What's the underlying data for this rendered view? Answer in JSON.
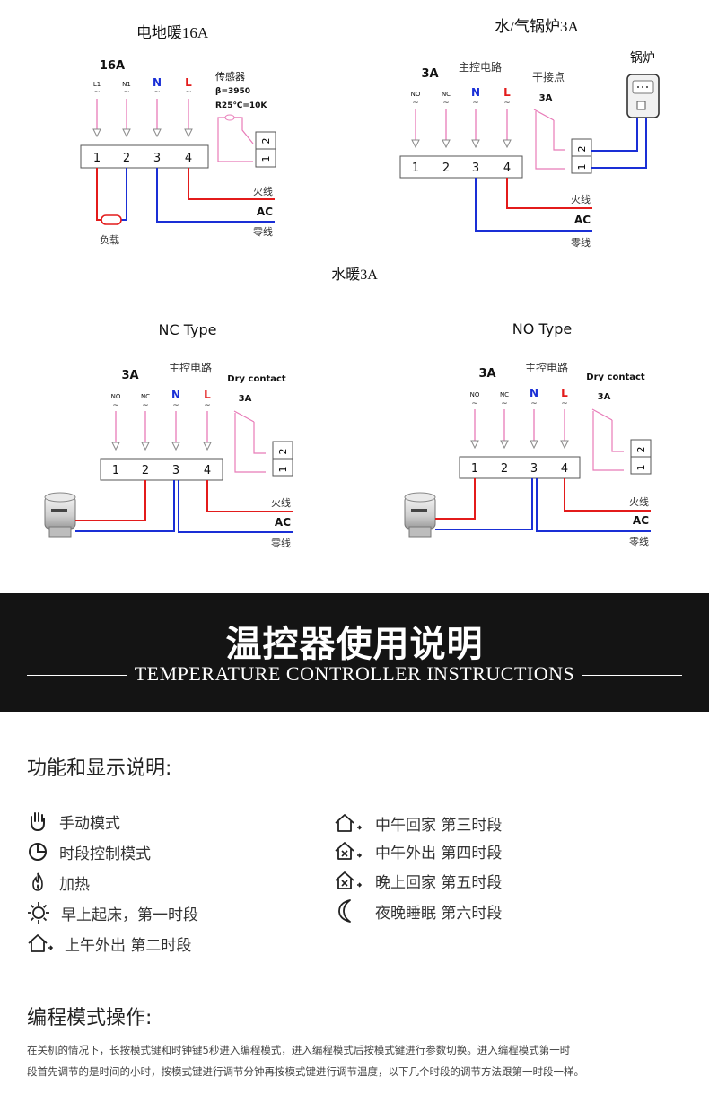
{
  "diagram1": {
    "title": "电地暖16A",
    "rating": "16A",
    "terminals": [
      "L1",
      "N1",
      "N",
      "L"
    ],
    "terminal_numbers": [
      "1",
      "2",
      "3",
      "4"
    ],
    "sensor_lines": [
      "传感器",
      "β=3950",
      "R25℃=10K"
    ],
    "sensor_numbers": [
      "2",
      "1"
    ],
    "live": "火线",
    "ac": "AC",
    "neutral": "零线",
    "load": "负载"
  },
  "diagram2": {
    "title": "水/气锅炉3A",
    "rating": "3A",
    "main_circuit": "主控电路",
    "dry_contact": "干接点",
    "dry_rating": "3A",
    "boiler": "锅炉",
    "terminals": [
      "NO",
      "NC",
      "N",
      "L"
    ],
    "terminal_numbers": [
      "1",
      "2",
      "3",
      "4"
    ],
    "contact_numbers": [
      "2",
      "1"
    ],
    "live": "火线",
    "ac": "AC",
    "neutral": "零线"
  },
  "section_title": "水暖3A",
  "diagram3": {
    "type_label": "NC Type",
    "rating": "3A",
    "main_circuit": "主控电路",
    "dry_contact": "Dry contact",
    "dry_rating": "3A",
    "terminals": [
      "NO",
      "NC",
      "N",
      "L"
    ],
    "terminal_numbers": [
      "1",
      "2",
      "3",
      "4"
    ],
    "contact_numbers": [
      "2",
      "1"
    ],
    "live": "火线",
    "ac": "AC",
    "neutral": "零线"
  },
  "diagram4": {
    "type_label": "NO Type",
    "rating": "3A",
    "main_circuit": "主控电路",
    "dry_contact": "Dry contact",
    "dry_rating": "3A",
    "terminals": [
      "NO",
      "NC",
      "N",
      "L"
    ],
    "terminal_numbers": [
      "1",
      "2",
      "3",
      "4"
    ],
    "contact_numbers": [
      "2",
      "1"
    ],
    "live": "火线",
    "ac": "AC",
    "neutral": "零线"
  },
  "banner": {
    "title": "温控器使用说明",
    "subtitle": "TEMPERATURE CONTROLLER INSTRUCTIONS"
  },
  "functions": {
    "heading": "功能和显示说明:",
    "left": [
      {
        "icon": "hand-icon",
        "label": "手动模式"
      },
      {
        "icon": "clock-icon",
        "label": "时段控制模式"
      },
      {
        "icon": "flame-icon",
        "label": "加热"
      },
      {
        "icon": "sun-icon",
        "label": "早上起床，第一时段"
      },
      {
        "icon": "house-out-icon",
        "label": "上午外出 第二时段"
      }
    ],
    "right": [
      {
        "icon": "house-return-icon",
        "label": "中午回家 第三时段"
      },
      {
        "icon": "house-x-icon",
        "label": "中午外出 第四时段"
      },
      {
        "icon": "house-x-icon",
        "label": "晚上回家 第五时段"
      },
      {
        "icon": "moon-icon",
        "label": "夜晚睡眠 第六时段"
      }
    ]
  },
  "programming": {
    "heading": "编程模式操作:",
    "lines": [
      "在关机的情况下，长按模式键和时钟键5秒进入编程模式，进入编程模式后按模式键进行参数切换。进入编程模式第一时",
      "段首先调节的是时间的小时，按模式键进行调节分钟再按模式键进行调节温度，以下几个时段的调节方法跟第一时段一样。"
    ]
  },
  "colors": {
    "live_wire": "#e31b1b",
    "neutral_wire": "#1a2fd6",
    "signal_wire": "#e87bb8",
    "banner_bg": "#141414"
  }
}
